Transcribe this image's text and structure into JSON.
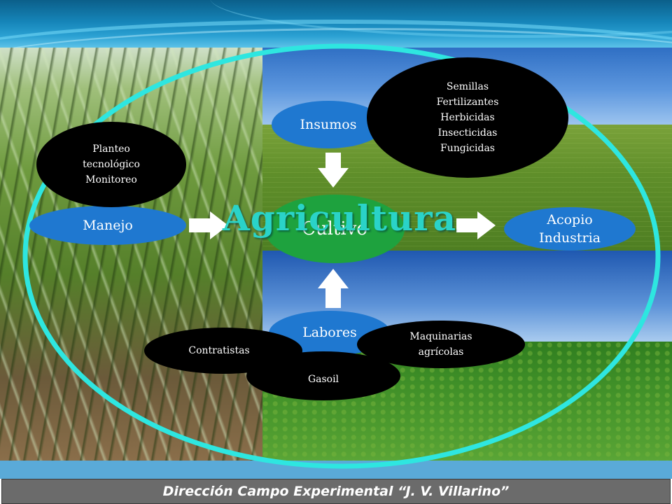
{
  "title": "Agricultura",
  "center": "Cultivo",
  "nodes": {
    "insumos": "Insumos",
    "manejo": "Manejo",
    "acopio": "Acopio\nIndustria",
    "labores": "Labores"
  },
  "details": {
    "insumos_list": "Semillas\nFertilizantes\nHerbicidas\nInsecticidas\nFungicidas",
    "manejo_list": "Planteo\ntecnológico\nMonitoreo",
    "contratistas": "Contratistas",
    "gasoil": "Gasoil",
    "maquinarias": "Maquinarias\nagrícolas"
  },
  "footer": "Dirección Campo Experimental “J. V. Villarino”",
  "colors": {
    "node_blue": "#1f78d0",
    "center_green": "#1ea23e",
    "ring": "#2ee6e0",
    "title": "#2ad3c8"
  }
}
